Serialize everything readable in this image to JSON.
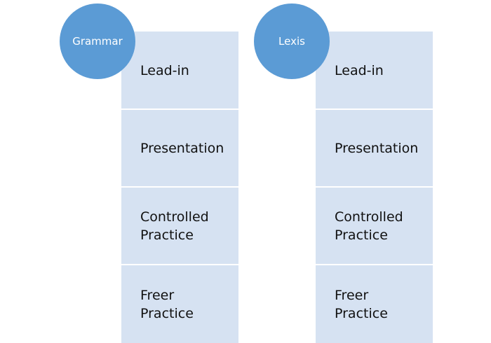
{
  "colors": {
    "circle": "#5b9bd5",
    "stage_box": "#d6e2f2",
    "stage_text": "#111111",
    "circle_text": "#ffffff"
  },
  "columns": [
    {
      "title": "Grammar",
      "stages": [
        "Lead-in",
        "Presentation",
        "Controlled\nPractice",
        "Freer\nPractice"
      ]
    },
    {
      "title": "Lexis",
      "stages": [
        "Lead-in",
        "Presentation",
        "Controlled\nPractice",
        "Freer\nPractice"
      ]
    }
  ]
}
